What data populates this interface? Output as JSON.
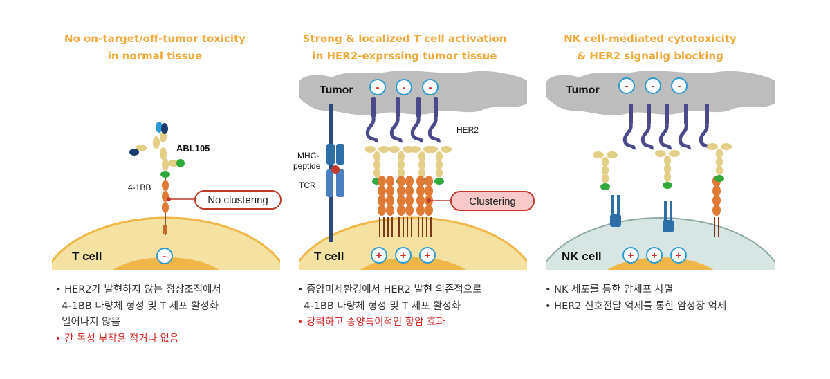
{
  "panels": [
    {
      "title": [
        "No on-target/off-tumor toxicity",
        "in normal tissue"
      ],
      "labels": {
        "antibody": "ABL105",
        "receptor": "4-1BB",
        "callout": "No clustering",
        "cell": "T cell"
      },
      "charges": [
        "-"
      ],
      "notes": [
        "• HER2가 발현하지 않는 정상조직에서",
        "  4-1BB 다량체 형성 및 T 세포 활성화",
        "  일어나지 않음"
      ],
      "highlight": "• 간 독성 부작용 적거나 없음"
    },
    {
      "title": [
        "Strong & localized T cell activation",
        "in HER2-exprssing tumor tissue"
      ],
      "labels": {
        "tumor": "Tumor",
        "her2": "HER2",
        "mhc": [
          "MHC-",
          "peptide"
        ],
        "tcr": "TCR",
        "callout": "Clustering",
        "cell": "T cell"
      },
      "tumor_charges": [
        "-",
        "-",
        "-"
      ],
      "cell_charges": [
        "+",
        "+",
        "+"
      ],
      "notes": [
        "• 종양미세환경에서 HER2 발현 의존적으로",
        "  4-1BB 다량체 형성 및 T 세포 활성화"
      ],
      "highlight": "• 강력하고 종양특이적인 항암 효과"
    },
    {
      "title": [
        "NK cell-mediated cytotoxicity",
        "& HER2 signalig blocking"
      ],
      "labels": {
        "tumor": "Tumor",
        "cell": "NK cell"
      },
      "tumor_charges": [
        "-",
        "-",
        "-"
      ],
      "cell_charges": [
        "+",
        "+",
        "+"
      ],
      "notes": [
        "• NK 세포를 통한 암세포 사멸",
        "• HER2 신호전달 억제를 통한 암성장 억제"
      ]
    }
  ],
  "colors": {
    "title": "#f2a93b",
    "highlight": "#d62b2b",
    "tcell": "#f5e1a2",
    "nucleus": "#f0b748",
    "nkcell": "#d7e6e3",
    "tumor": "#bdbdbd"
  }
}
